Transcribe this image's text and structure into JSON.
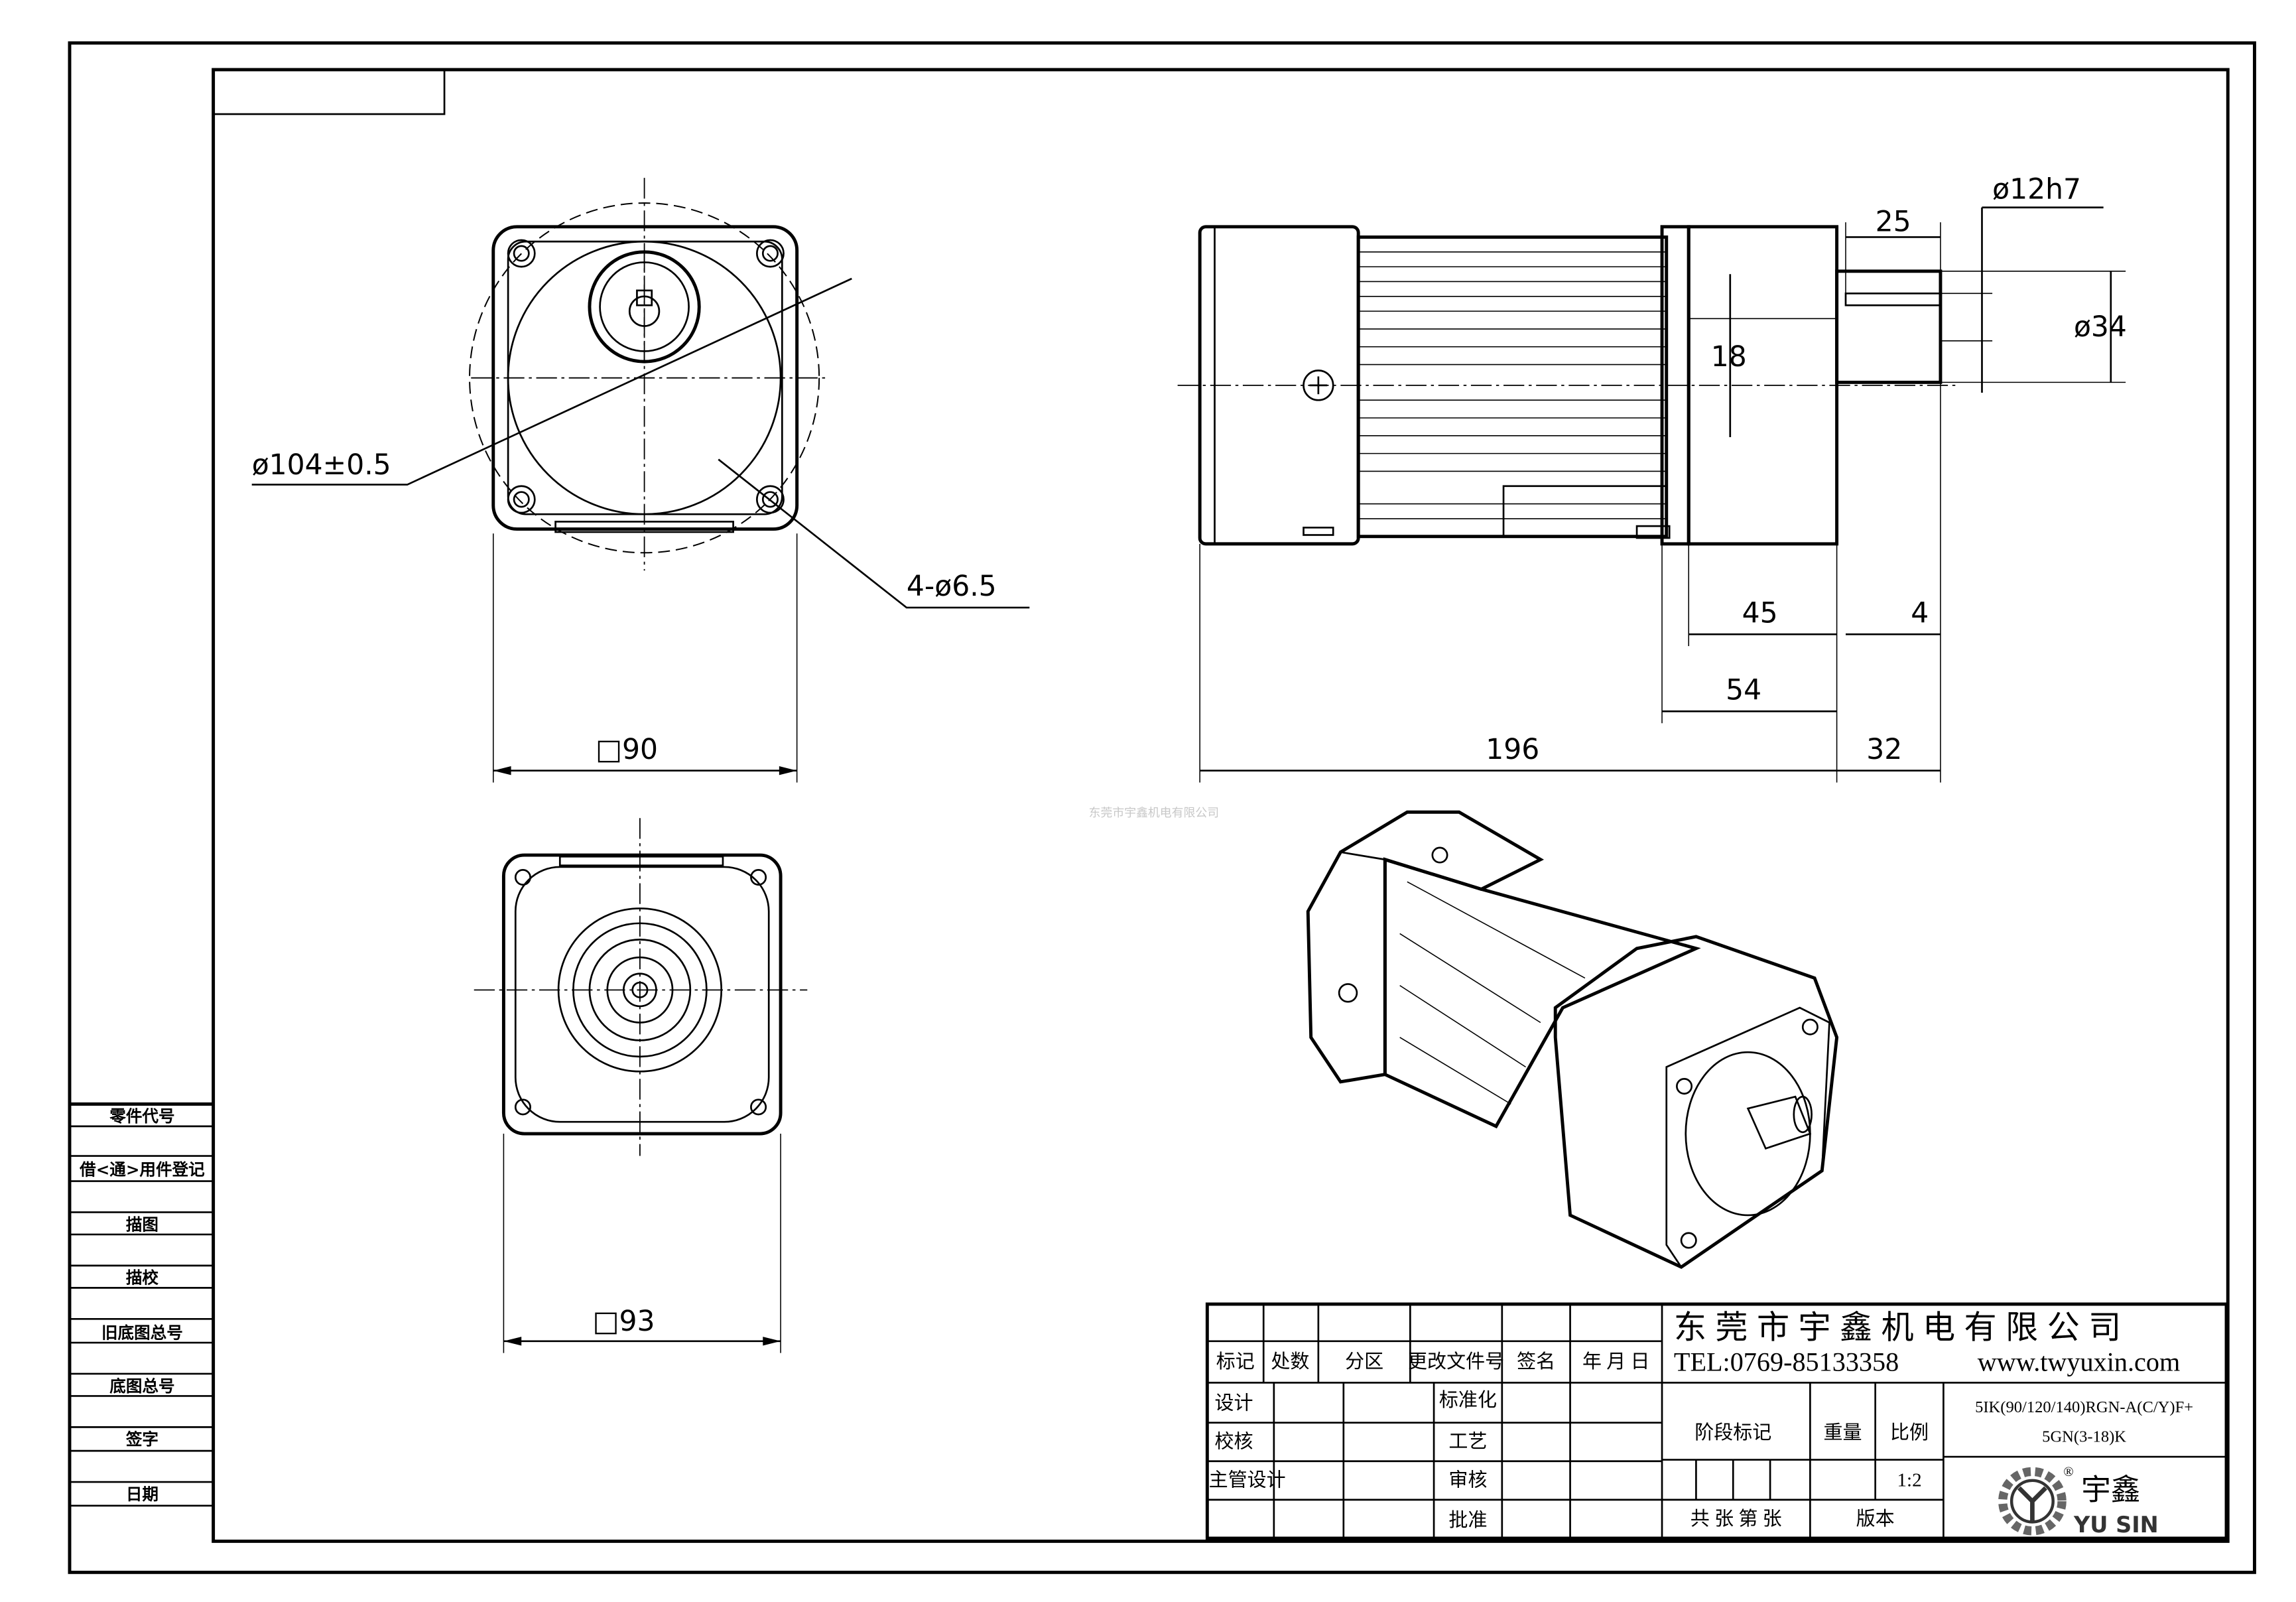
{
  "sidebar": {
    "labels": [
      "零件代号",
      "借<通>用件登记",
      "描图",
      "描校",
      "旧底图总号",
      "底图总号",
      "签字",
      "日期"
    ]
  },
  "dimensions": {
    "front_diameter": "ø104±0.5",
    "holes": "4-ø6.5",
    "front_square": "□90",
    "rear_square": "□93",
    "total_length": "196",
    "shaft_length": "32",
    "gearbox_54": "54",
    "gearbox_45": "45",
    "shaft_4": "4",
    "key_25": "25",
    "shaft_dia": "ø12h7",
    "boss_dia": "ø34",
    "offset_18": "18"
  },
  "watermark": "东莞市宇鑫机电有限公司",
  "title_block": {
    "headers": [
      "标记",
      "处数",
      "分区",
      "更改文件号",
      "签名",
      "年 月 日"
    ],
    "left_rows": [
      "设计",
      "校核",
      "主管设计",
      ""
    ],
    "mid_rows": [
      "标准化",
      "工艺",
      "审核",
      "批准"
    ],
    "company": "东莞市宇鑫机电有限公司",
    "tel": "TEL:0769-85133358",
    "website": "www.twyuxin.com",
    "stage_label": "阶段标记",
    "weight_label": "重量",
    "scale_label": "比例",
    "scale_value": "1:2",
    "sheets": "共 张  第 张",
    "version_label": "版本",
    "model_line1": "5IK(90/120/140)RGN-A(C/Y)F+",
    "model_line2": "5GN(3-18)K",
    "logo_cn": "宇鑫",
    "logo_en": "YU SIN",
    "logo_reg": "®"
  }
}
